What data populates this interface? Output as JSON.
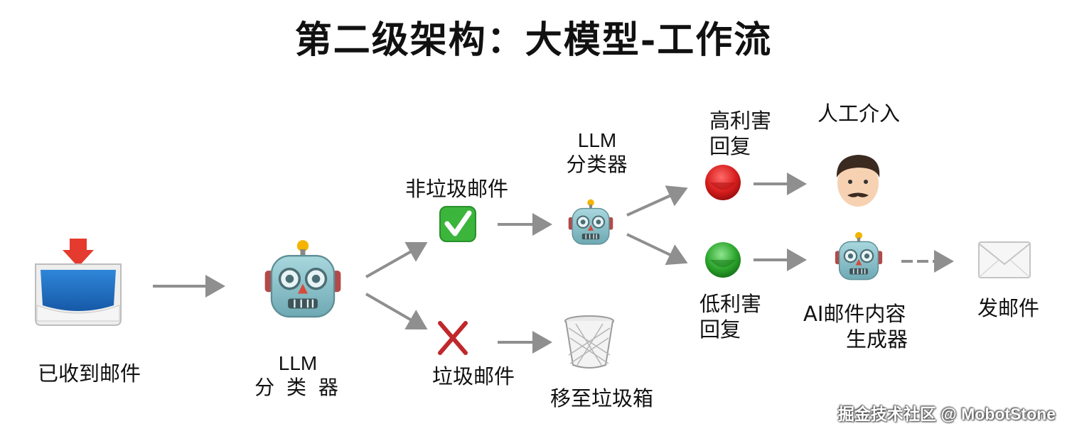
{
  "title": "第二级架构：大模型-工作流",
  "nodes": {
    "inbox": "已收到邮件",
    "classifier1": {
      "en": "LLM",
      "zh": "分 类 器"
    },
    "not_spam": "非垃圾邮件",
    "spam": "垃圾邮件",
    "trash": "移至垃圾箱",
    "classifier2": {
      "en": "LLM",
      "zh": "分类器"
    },
    "high_risk": {
      "line1": "高利害",
      "line2": "回复"
    },
    "low_risk": {
      "line1": "低利害",
      "line2": "回复"
    },
    "human": "人工介入",
    "ai_gen": {
      "line1": "AI邮件内容",
      "line2": "生成器"
    },
    "send": "发邮件"
  },
  "watermark": "掘金技术社区 @ MobotStone",
  "icons": [
    "inbox-tray-icon",
    "robot-icon",
    "check-mark-icon",
    "cross-mark-icon",
    "wastebasket-icon",
    "red-circle-icon",
    "green-circle-icon",
    "man-face-icon",
    "envelope-icon"
  ],
  "colors": {
    "arrow": "#8f8f8f",
    "check": "#3cb53c",
    "cross": "#c0282b",
    "red": "#d71d1d",
    "green": "#2ca52c",
    "robot": "#8fc5cd"
  }
}
